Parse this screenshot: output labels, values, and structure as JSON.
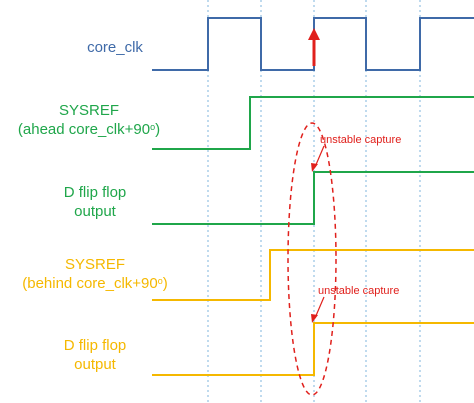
{
  "colors": {
    "clock": "#3f6aa8",
    "sysref_ahead": "#1fa64a",
    "sysref_behind": "#f5b800",
    "capture_edge": "#e0201c",
    "guide": "#7fb4dc",
    "ellipse": "#e0201c"
  },
  "signals": {
    "core_clk": {
      "label": "core_clk"
    },
    "sysref_ahead": {
      "line1": "SYSREF",
      "line2": "(ahead core_clk+90",
      "sup": "o",
      "close": ")"
    },
    "dff_out_1": {
      "line1": "D flip flop",
      "line2": "output"
    },
    "sysref_behind": {
      "line1": "SYSREF",
      "line2": "(behind core_clk+90",
      "sup": "o",
      "close": ")"
    },
    "dff_out_2": {
      "line1": "D flip flop",
      "line2": "output"
    }
  },
  "annotations": {
    "upper": "unstable capture",
    "lower": "unstable capture"
  },
  "arrow": {
    "icon": "up-arrow-icon"
  }
}
